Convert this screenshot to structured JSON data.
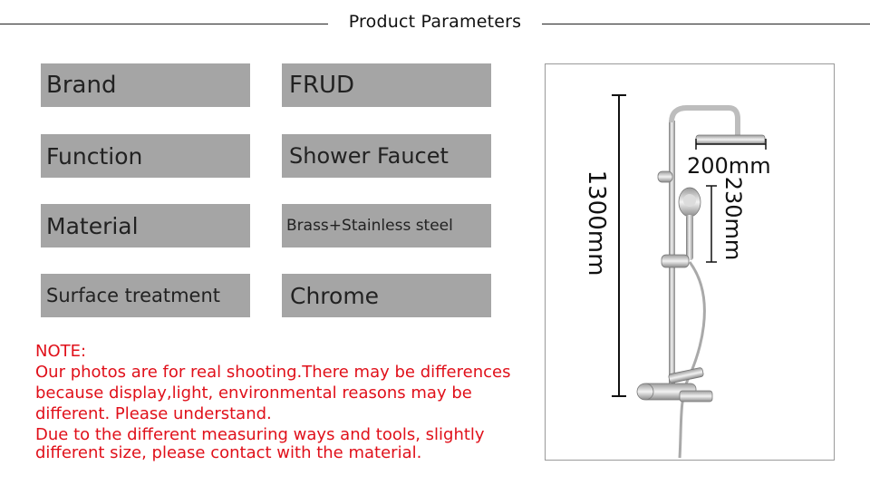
{
  "header": {
    "title": "Product Parameters"
  },
  "params": [
    {
      "label": "Brand",
      "value": "FRUD"
    },
    {
      "label": "Function",
      "value": "Shower Faucet"
    },
    {
      "label": "Material",
      "value": "Brass+Stainless steel"
    },
    {
      "label": "Surface treatment",
      "value": "Chrome"
    }
  ],
  "note": {
    "heading": "NOTE:",
    "paragraph1": "Our photos are for real shooting.There may be differences because display,light, environmental reasons may be different. Please understand.",
    "paragraph2": "Due to the different measuring ways and tools, slightly different size, please contact with the material."
  },
  "dimensions": {
    "height": "1300mm",
    "head_width": "200mm",
    "hand_shower": "230mm"
  },
  "colors": {
    "cell_bg": "#a5a5a5",
    "note_text": "#e0101a"
  }
}
